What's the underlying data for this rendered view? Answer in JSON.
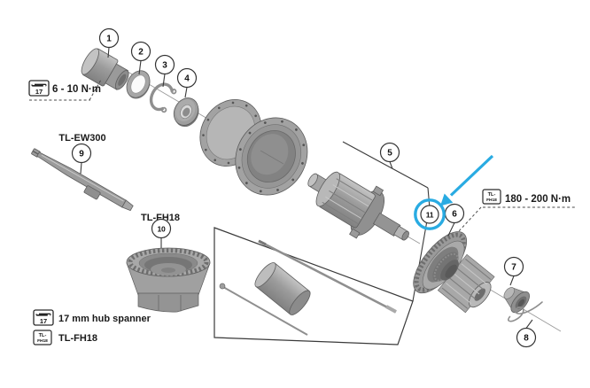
{
  "callouts": [
    "1",
    "2",
    "3",
    "4",
    "5",
    "6",
    "7",
    "8",
    "9",
    "10",
    "11"
  ],
  "tool_labels": {
    "ew300": "TL-EW300",
    "fh18": "TL-FH18"
  },
  "torque_notes": {
    "front": "6 - 10 N·m",
    "lockring": "180 - 200 N·m"
  },
  "legend": {
    "spanner": "17 mm hub spanner",
    "tool": "TL-FH18"
  },
  "icon_glyphs": {
    "wrench_size": "17",
    "tool_case_top": "TL-",
    "tool_case_bottom": "FH18"
  },
  "highlight": {
    "color": "#29ABE2",
    "target": "11"
  }
}
